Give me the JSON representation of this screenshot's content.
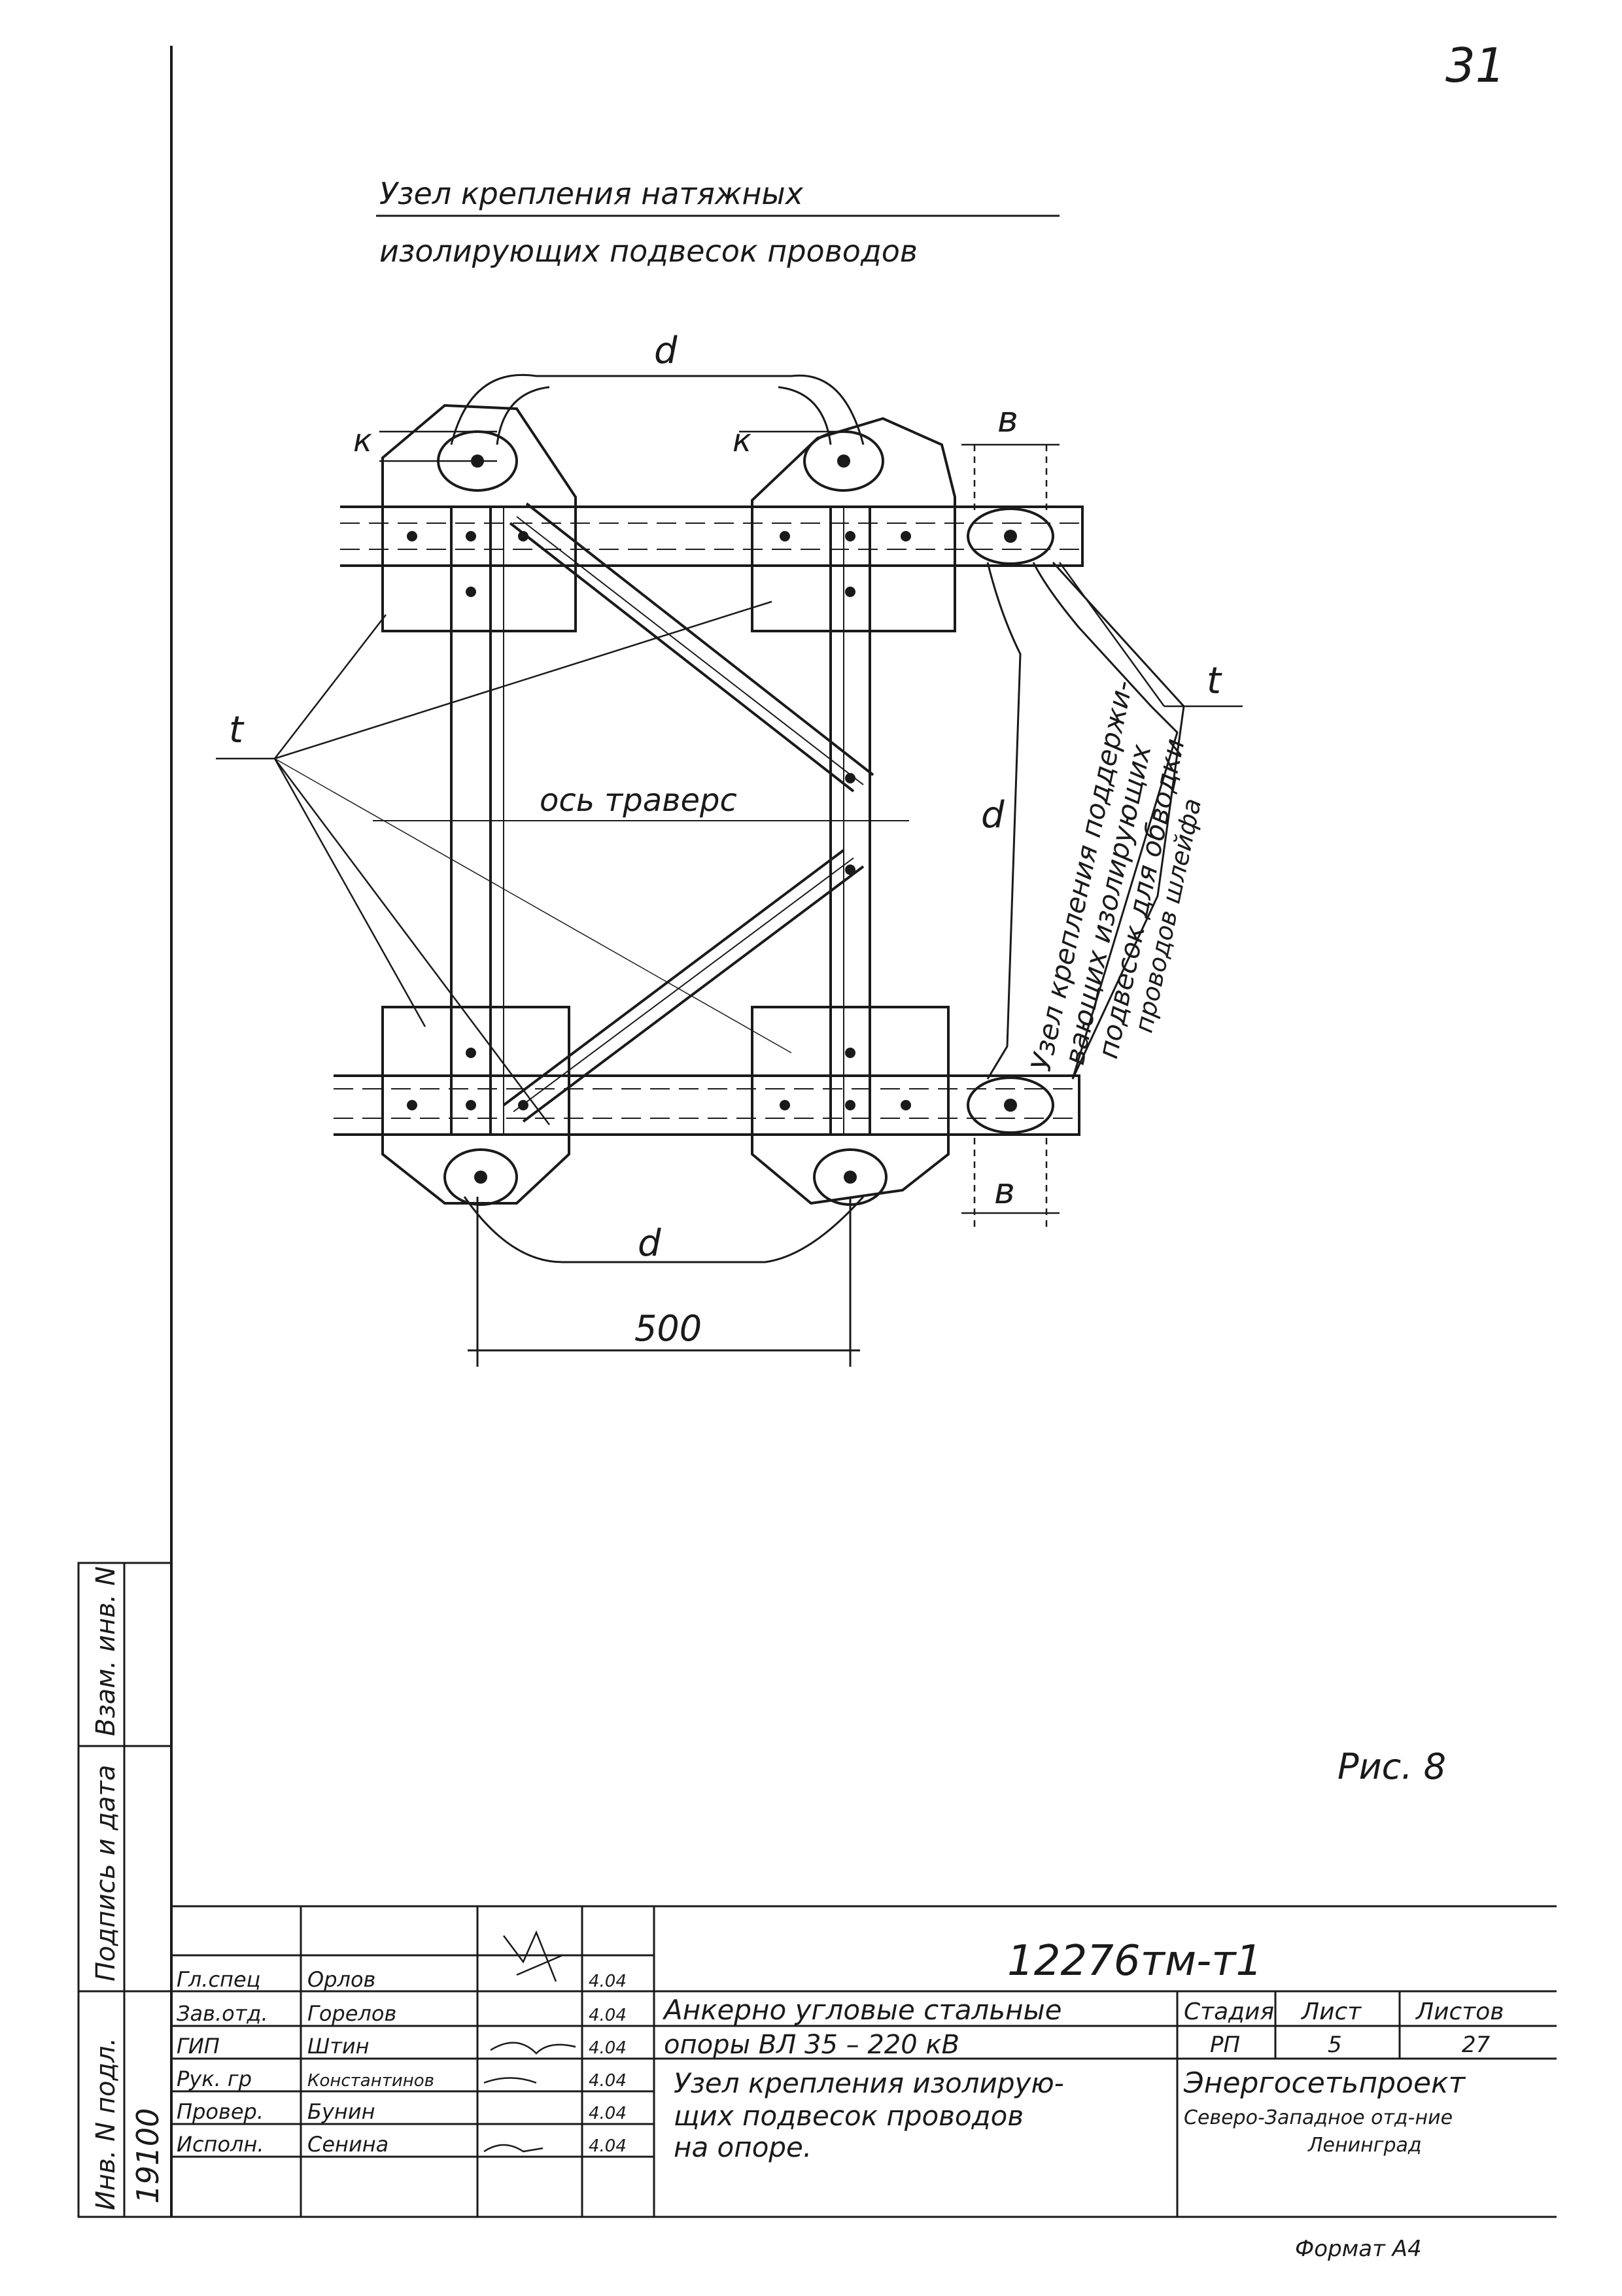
{
  "page_number": "31",
  "title": {
    "line1": "Узел крепления натяжных",
    "line2": "изолирующих подвесок проводов"
  },
  "drawing": {
    "label_d": "d",
    "label_b": "в",
    "label_t": "t",
    "label_k": "к",
    "axis_label": "ось траверс",
    "dimension_500": "500",
    "side_note": [
      "Узел крепления поддержи-",
      "вающих изолирующих",
      "подвесок для обводки",
      "проводов шлейфа"
    ]
  },
  "figure_caption": "Рис. 8",
  "left_strip": {
    "vzam": "Взам. инв. N",
    "podpis": "Подпись и дата",
    "inv": "Инв. N подл.",
    "inv_value": "19100"
  },
  "title_block": {
    "doc_code": "12276тм-т1",
    "rows": [
      {
        "role": "Гл.спец",
        "name": "Орлов",
        "date": "4.04"
      },
      {
        "role": "Зав.отд.",
        "name": "Горелов",
        "date": "4.04"
      },
      {
        "role": "ГИП",
        "name": "Штин",
        "date": "4.04"
      },
      {
        "role": "Рук. гр",
        "name": "Константинов",
        "date": "4.04"
      },
      {
        "role": "Провер.",
        "name": "Бунин",
        "date": "4.04"
      },
      {
        "role": "Исполн.",
        "name": "Сенина",
        "date": "4.04"
      }
    ],
    "object_title": [
      "Анкерно угловые стальные",
      "опоры ВЛ 35 – 220 кВ"
    ],
    "sheet_title": [
      "Узел крепления изолирую-",
      "щих подвесок проводов",
      "на опоре."
    ],
    "stage_header": "Стадия",
    "sheet_header": "Лист",
    "sheets_header": "Листов",
    "stage_value": "РП",
    "sheet_value": "5",
    "sheets_value": "27",
    "org": [
      "Энергосетьпроект",
      "Северо-Западное отд-ние",
      "Ленинград"
    ]
  },
  "format_label": "Формат А4"
}
